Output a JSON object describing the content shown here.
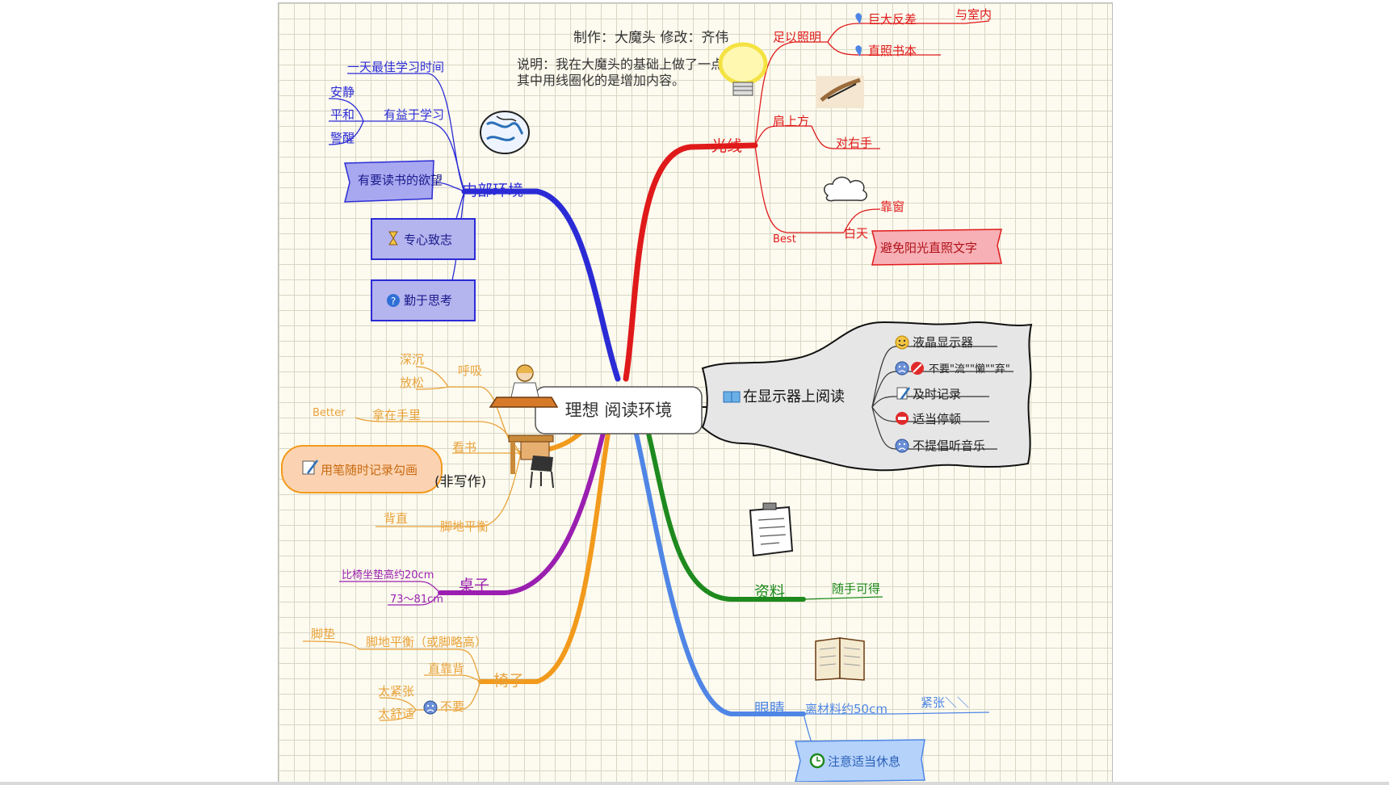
{
  "header": {
    "credits": "制作：大魔头 修改：齐伟",
    "note_line1": "说明：我在大魔头的基础上做了一点修改",
    "note_line2": "其中用线圈化的是增加内容。"
  },
  "center": "理想 阅读环境",
  "branches": {
    "internal": {
      "title": "内部环境",
      "best_time": "一天最佳学习时间",
      "beneficial": "有益于学习",
      "quiet": "安静",
      "calm": "平和",
      "alert": "警醒",
      "desire": "有要读书的欲望",
      "focus": "专心致志",
      "think": "勤于思考"
    },
    "posture": {
      "deep": "深沉",
      "relax": "放松",
      "breath": "呼吸",
      "better": "Better",
      "in_hand": "拿在手里",
      "read_book": "看书",
      "pen_note": "用笔随时记录勾画",
      "not_writing": "(非写作)",
      "back_straight": "背直",
      "feet_flat": "脚地平衡"
    },
    "desk": {
      "title": "桌子",
      "higher": "比椅坐垫高约20cm",
      "height": "73～81cm"
    },
    "chair": {
      "title": "椅子",
      "footrest": "脚垫",
      "feet_level": "脚地平衡（或脚略高）",
      "back": "直靠背",
      "no": "不要",
      "too_tight": "太紧张",
      "too_comfy": "太舒适"
    },
    "light": {
      "title": "光线",
      "sufficient": "足以照明",
      "contrast": "巨大反差",
      "indoor": "与室内",
      "direct": "直照书本",
      "shoulder": "肩上方",
      "right_hand": "对右手",
      "best": "Best",
      "daytime": "白天",
      "window": "靠窗",
      "avoid_sun": "避免阳光直照文字"
    },
    "monitor": {
      "title": "在显示器上阅读",
      "lcd": "液晶显示器",
      "no_skim": "不要\"流\"\"懒\"\"弃\"",
      "record": "及时记录",
      "pause": "适当停顿",
      "no_music": "不提倡听音乐"
    },
    "material": {
      "title": "资料",
      "handy": "随手可得"
    },
    "eyes": {
      "title": "眼睛",
      "distance": "离材料约50cm",
      "tense": "紧张＼＼",
      "rest": "注意适当休息"
    }
  },
  "colors": {
    "internal": "#2b2bd6",
    "posture": "#f29a1c",
    "desk": "#9a1fb0",
    "chair": "#f29a1c",
    "light": "#e01a1a",
    "monitor": "#111111",
    "material": "#1e8a1e",
    "eyes": "#4f86e6"
  }
}
